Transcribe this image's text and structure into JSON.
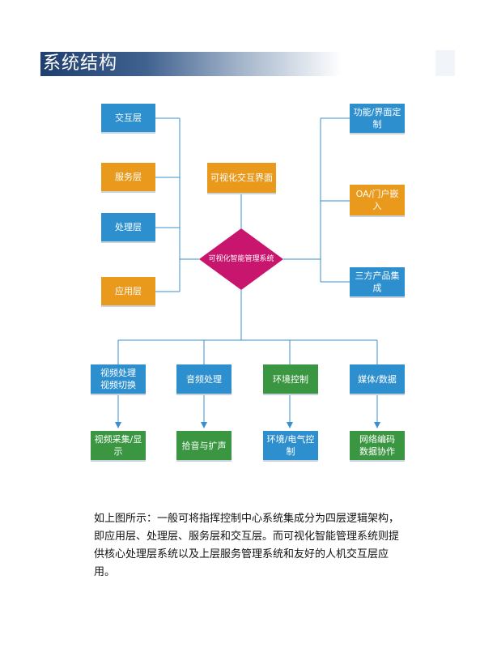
{
  "header": {
    "title": "系统结构"
  },
  "diagram": {
    "center": "可视化智能管理系统",
    "top_label": "可视化交互界面",
    "left_layers": [
      "交互层",
      "服务层",
      "处理层",
      "应用层"
    ],
    "right_items": [
      "功能/界面定制",
      "OA/门户嵌入",
      "三方产品集成"
    ],
    "bottom_modules": [
      "视频处理\n视频切换",
      "音频处理",
      "环境控制",
      "媒体/数据"
    ],
    "bottom_leaves": [
      "视频采集/显示",
      "拾音与扩声",
      "环境/电气控制",
      "网络编码\n数据协作"
    ],
    "colors": {
      "blue": "#2e8fcf",
      "orange": "#e99a1c",
      "green": "#3a9640",
      "magenta": "#c8166e",
      "connector": "#3a8fce"
    }
  },
  "description": "如上图所示：一般可将指挥控制中心系统集成分为四层逻辑架构，即应用层、处理层、服务层和交互层。而可视化智能管理系统则提供核心处理层系统以及上层服务管理系统和友好的人机交互层应用。"
}
